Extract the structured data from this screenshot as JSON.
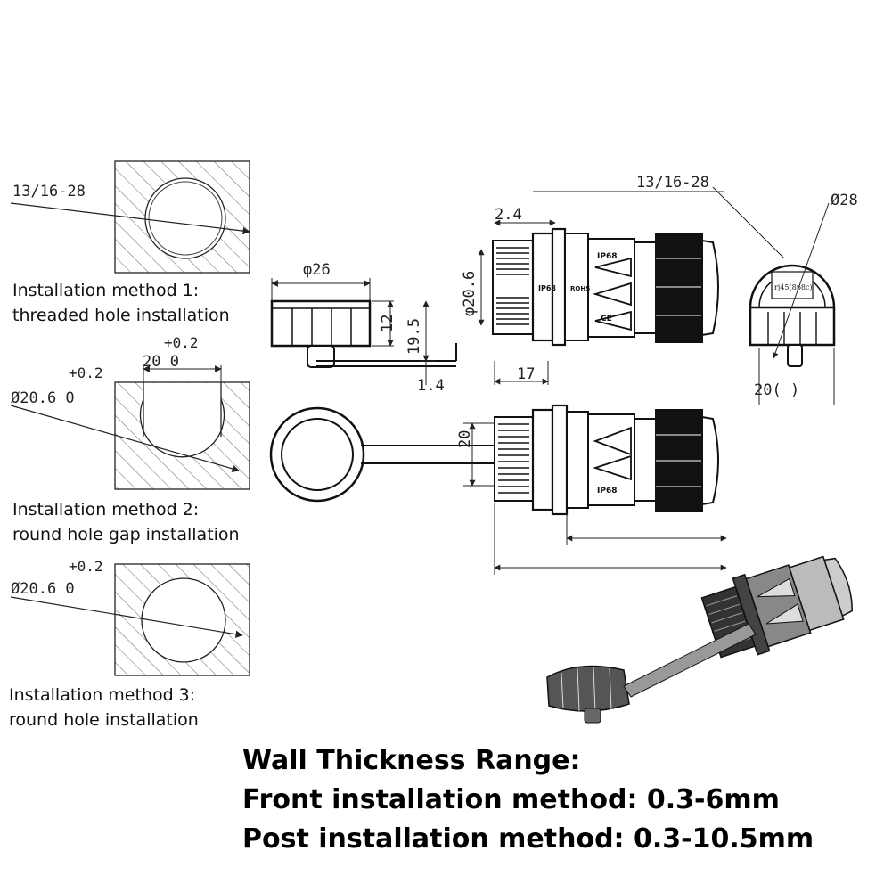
{
  "methods": [
    {
      "line1": "Installation method 1:",
      "line2": "threaded hole installation",
      "thread_label": "13/16-28"
    },
    {
      "line1": "Installation method 2:",
      "line2": "round hole gap installation",
      "dia_label": "Ø20.6 0",
      "dia_tol": "+0.2",
      "width_label": "20 0",
      "width_tol": "+0.2"
    },
    {
      "line1": "Installation method 3:",
      "line2": "round hole installation",
      "dia_label": "Ø20.6 0",
      "dia_tol": "+0.2"
    }
  ],
  "drawing": {
    "cap_dia": "φ26",
    "dim_12": "12",
    "dim_19_5": "19.5",
    "dim_1_4": "1.4",
    "dim_17": "17",
    "dim_2_4": "2.4",
    "body_dia": "φ20.6",
    "thread_label": "13/16-28",
    "outer_dia": "Ø28",
    "dim_20_side": "20(  )",
    "dim_20_front": "20",
    "marking_ip": "IP68",
    "marking_rohs": "ROHS",
    "marking_ce": "CE",
    "rj45_label": "rj45(8p8c)"
  },
  "wall": {
    "title": "Wall Thickness Range:",
    "front": "Front installation method: 0.3-6mm",
    "post": "Post installation method: 0.3-10.5mm"
  }
}
